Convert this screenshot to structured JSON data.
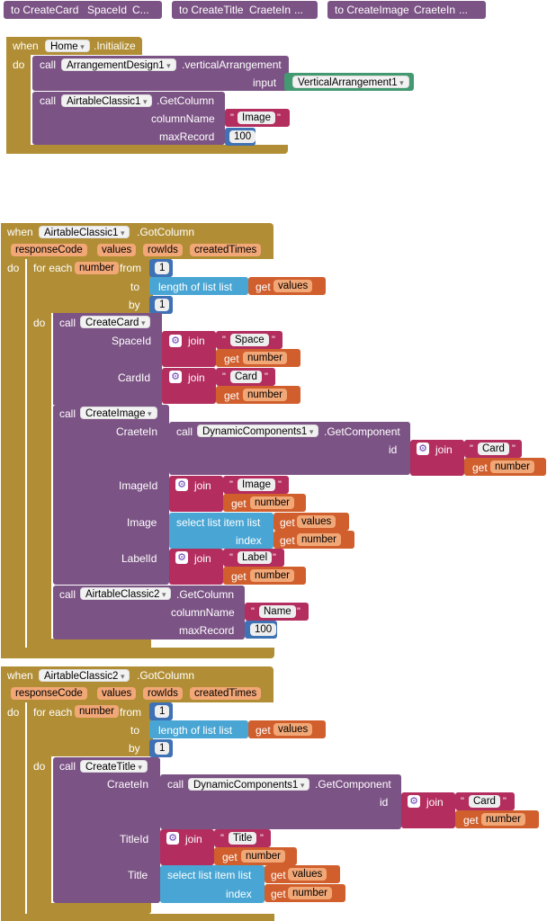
{
  "top_tabs": [
    {
      "label": "to CreateCard",
      "param1": "SpaceId",
      "param2": "C..."
    },
    {
      "label": "to CreateTitle",
      "param1": "CraeteIn",
      "param2": "..."
    },
    {
      "label": "to CreateImage",
      "param1": "CraeteIn",
      "param2": "..."
    }
  ],
  "init_block": {
    "when": "when",
    "component": "Home",
    "event": ".Initialize",
    "do": "do",
    "call1": {
      "call": "call",
      "component": "ArrangementDesign1",
      "method": ".verticalArrangement",
      "param": "input",
      "value": "VerticalArrangement1"
    },
    "call2": {
      "call": "call",
      "component": "AirtableClassic1",
      "method": ".GetColumn",
      "param1": "columnName",
      "value1": "Image",
      "param2": "maxRecord",
      "value2": "100"
    }
  },
  "got1": {
    "when": "when",
    "component": "AirtableClassic1",
    "event": ".GotColumn",
    "params": [
      "responseCode",
      "values",
      "rowIds",
      "createdTimes"
    ],
    "do": "do",
    "foreach": {
      "label": "for each",
      "var": "number",
      "from": "from",
      "from_val": "1",
      "to": "to",
      "length_label": "length of list  list",
      "get": "get",
      "get_var": "values",
      "by": "by",
      "by_val": "1"
    },
    "do2": "do",
    "createcard": {
      "call": "call",
      "proc": "CreateCard",
      "p1": "SpaceId",
      "join": "join",
      "s1": "Space",
      "p2": "CardId",
      "s2": "Card",
      "get": "get",
      "var": "number"
    },
    "createimage": {
      "call": "call",
      "proc": "CreateImage",
      "p1": "CraeteIn",
      "dyn_call": "call",
      "dyn": "DynamicComponents1",
      "dyn_method": ".GetComponent",
      "id": "id",
      "join": "join",
      "s_card": "Card",
      "p2": "ImageId",
      "s_image": "Image",
      "p3": "Image",
      "sel": "select list item  list",
      "index": "index",
      "v_values": "values",
      "p4": "LabelId",
      "s_label": "Label",
      "get": "get",
      "var": "number"
    },
    "getcol": {
      "call": "call",
      "component": "AirtableClassic2",
      "method": ".GetColumn",
      "param1": "columnName",
      "value1": "Name",
      "param2": "maxRecord",
      "value2": "100"
    }
  },
  "got2": {
    "when": "when",
    "component": "AirtableClassic2",
    "event": ".GotColumn",
    "params": [
      "responseCode",
      "values",
      "rowIds",
      "createdTimes"
    ],
    "do": "do",
    "foreach": {
      "label": "for each",
      "var": "number",
      "from": "from",
      "from_val": "1",
      "to": "to",
      "length_label": "length of list  list",
      "get": "get",
      "get_var": "values",
      "by": "by",
      "by_val": "1"
    },
    "do2": "do",
    "createtitle": {
      "call": "call",
      "proc": "CreateTitle",
      "p1": "CraeteIn",
      "dyn_call": "call",
      "dyn": "DynamicComponents1",
      "dyn_method": ".GetComponent",
      "id": "id",
      "join": "join",
      "s_card": "Card",
      "p2": "TitleId",
      "s_title": "Title",
      "p3": "Title",
      "sel": "select list item  list",
      "index": "index",
      "v_values": "values",
      "get": "get",
      "var": "number"
    }
  }
}
